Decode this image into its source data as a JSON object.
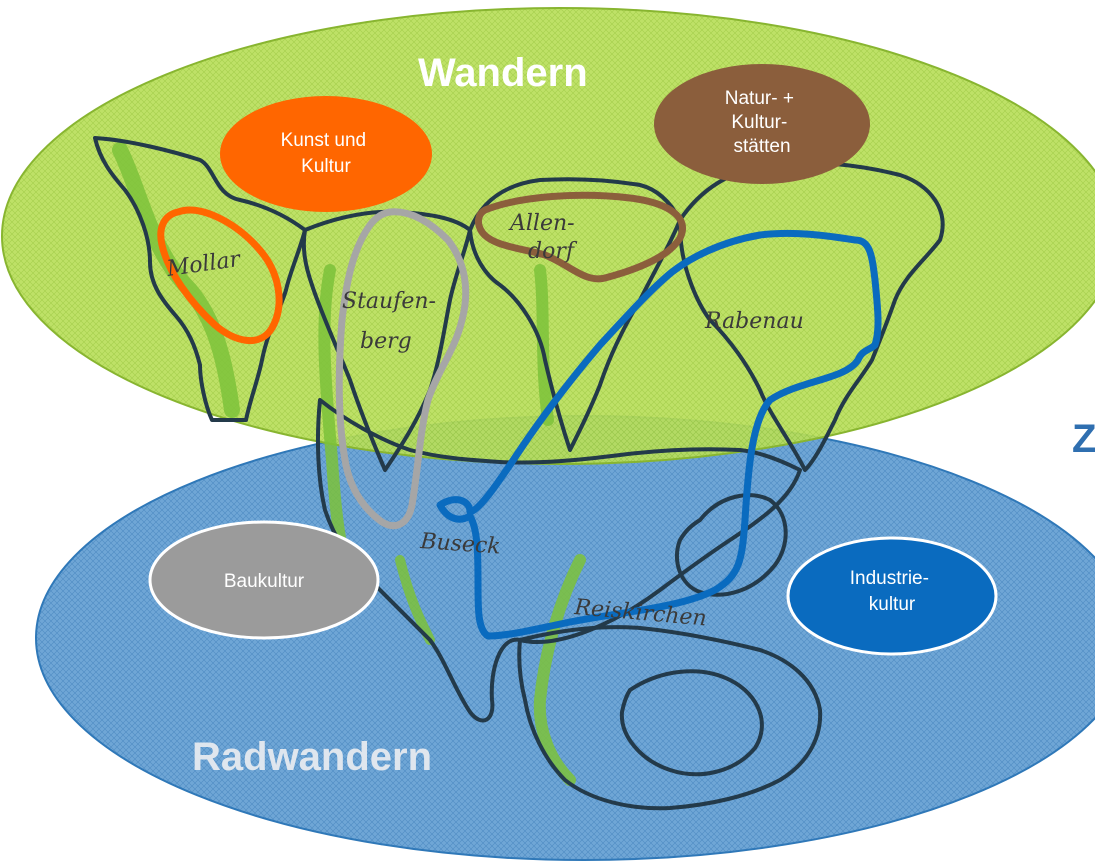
{
  "diagram": {
    "regions": [
      {
        "id": "top",
        "label": "Wandern",
        "fill": "#a9d33a"
      },
      {
        "id": "bottom",
        "label": "Radwandern",
        "fill": "#3f88c5"
      }
    ],
    "categories": [
      {
        "id": "kunst",
        "lines": [
          "Kunst und",
          "Kultur"
        ],
        "color": "#ff6600"
      },
      {
        "id": "natur",
        "lines": [
          "Natur- +",
          "Kultur-",
          "stätten"
        ],
        "color": "#8b5e3c"
      },
      {
        "id": "bau",
        "lines": [
          "Baukultur"
        ],
        "color": "#9b9b9b"
      },
      {
        "id": "industrie",
        "lines": [
          "Industrie-",
          "kultur"
        ],
        "color": "#0a6bbf"
      }
    ],
    "places": [
      {
        "id": "mollar",
        "text": "Mollar"
      },
      {
        "id": "staufenberg",
        "lines": [
          "Staufen-",
          "berg"
        ]
      },
      {
        "id": "allendorf",
        "lines": [
          "Allen-",
          "dorf"
        ]
      },
      {
        "id": "rabenau",
        "text": "Rabenau"
      },
      {
        "id": "buseck",
        "text": "Buseck"
      },
      {
        "id": "reiskirchen",
        "text": "Reiskirchen"
      }
    ],
    "edge_letter": "Z"
  }
}
